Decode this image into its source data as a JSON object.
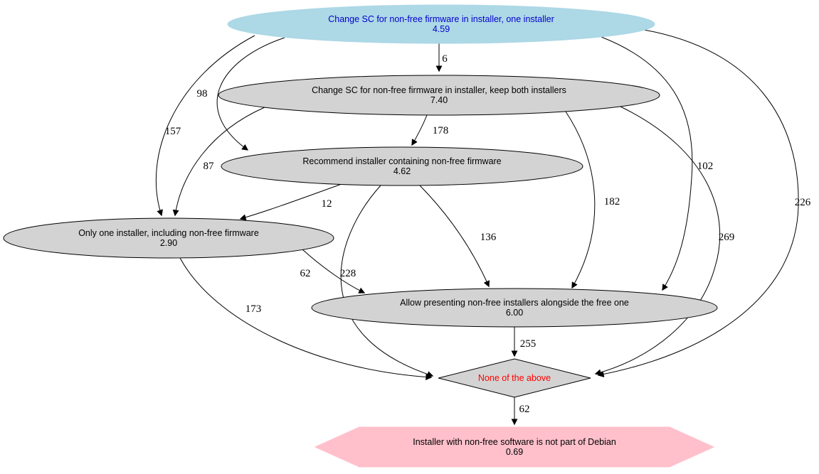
{
  "diagram": {
    "type": "directed-graph",
    "background": "#ffffff",
    "colors": {
      "highlight_node_fill": "#add8e6",
      "highlight_node_text": "#0000cd",
      "default_node_fill": "#d3d3d3",
      "default_node_text": "#000000",
      "loser_node_fill": "#ffc0cb",
      "none_option_text": "#ff0000",
      "edge_color": "#000000"
    },
    "nodes": [
      {
        "id": "one_installer_sc",
        "label": "Change SC for non-free firmware in installer, one installer",
        "score": "4.59",
        "shape": "ellipse",
        "fill": "#add8e6",
        "text_color": "#0000cd"
      },
      {
        "id": "keep_both_sc",
        "label": "Change SC for non-free firmware in installer, keep both installers",
        "score": "7.40",
        "shape": "ellipse",
        "fill": "#d3d3d3",
        "text_color": "#000000"
      },
      {
        "id": "recommend_nonfree",
        "label": "Recommend installer containing non-free firmware",
        "score": "4.62",
        "shape": "ellipse",
        "fill": "#d3d3d3",
        "text_color": "#000000"
      },
      {
        "id": "only_one_installer",
        "label": "Only one installer, including non-free firmware",
        "score": "2.90",
        "shape": "ellipse",
        "fill": "#d3d3d3",
        "text_color": "#000000"
      },
      {
        "id": "allow_presenting",
        "label": "Allow presenting non-free installers alongside the free one",
        "score": "6.00",
        "shape": "ellipse",
        "fill": "#d3d3d3",
        "text_color": "#000000"
      },
      {
        "id": "none_of_the_above",
        "label": "None of the above",
        "score": "",
        "shape": "diamond",
        "fill": "#d3d3d3",
        "text_color": "#ff0000"
      },
      {
        "id": "not_part_of_debian",
        "label": "Installer with non-free software is not part of Debian",
        "score": "0.69",
        "shape": "hexagon",
        "fill": "#ffc0cb",
        "text_color": "#000000"
      }
    ],
    "edges": [
      {
        "from": "one_installer_sc",
        "to": "keep_both_sc",
        "label": "6"
      },
      {
        "from": "one_installer_sc",
        "to": "recommend_nonfree",
        "label": "98"
      },
      {
        "from": "one_installer_sc",
        "to": "only_one_installer",
        "label": "157"
      },
      {
        "from": "one_installer_sc",
        "to": "allow_presenting",
        "label": "102"
      },
      {
        "from": "one_installer_sc",
        "to": "none_of_the_above",
        "label": "226"
      },
      {
        "from": "keep_both_sc",
        "to": "recommend_nonfree",
        "label": "178"
      },
      {
        "from": "keep_both_sc",
        "to": "only_one_installer",
        "label": "87"
      },
      {
        "from": "keep_both_sc",
        "to": "allow_presenting",
        "label": "182"
      },
      {
        "from": "keep_both_sc",
        "to": "none_of_the_above",
        "label": "269"
      },
      {
        "from": "recommend_nonfree",
        "to": "only_one_installer",
        "label": "12"
      },
      {
        "from": "recommend_nonfree",
        "to": "allow_presenting",
        "label": "136"
      },
      {
        "from": "recommend_nonfree",
        "to": "none_of_the_above",
        "label": "228"
      },
      {
        "from": "only_one_installer",
        "to": "allow_presenting",
        "label": "62"
      },
      {
        "from": "only_one_installer",
        "to": "none_of_the_above",
        "label": "173"
      },
      {
        "from": "allow_presenting",
        "to": "none_of_the_above",
        "label": "255"
      },
      {
        "from": "none_of_the_above",
        "to": "not_part_of_debian",
        "label": "62"
      }
    ]
  }
}
